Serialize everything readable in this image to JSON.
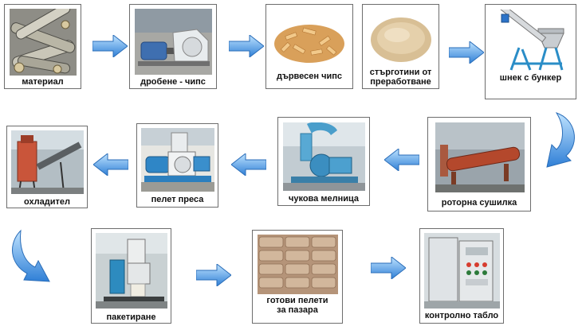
{
  "steps": [
    {
      "id": "material",
      "label": "материал"
    },
    {
      "id": "crushing",
      "label": "дробене - чипс"
    },
    {
      "id": "wood_chips",
      "label": "дървесен чипс"
    },
    {
      "id": "sawdust",
      "label_line1": "стърготини от",
      "label_line2": "преработване"
    },
    {
      "id": "screw_hopper",
      "label": "шнек  с бункер"
    },
    {
      "id": "rotary_dryer",
      "label": "роторна сушилка"
    },
    {
      "id": "hammer_mill",
      "label": "чукова мелница"
    },
    {
      "id": "pellet_press",
      "label": "пелет  преса"
    },
    {
      "id": "cooler",
      "label": "охладител"
    },
    {
      "id": "packaging",
      "label": "пакетиране"
    },
    {
      "id": "finished_pellets",
      "label_line1": "готови пелети",
      "label_line2": "за пазара"
    },
    {
      "id": "control_panel",
      "label": "контролно табло"
    }
  ],
  "colors": {
    "arrow_blue": "#2f7fd6",
    "arrow_light": "#bfe3ff",
    "border": "#6d6d6d"
  }
}
